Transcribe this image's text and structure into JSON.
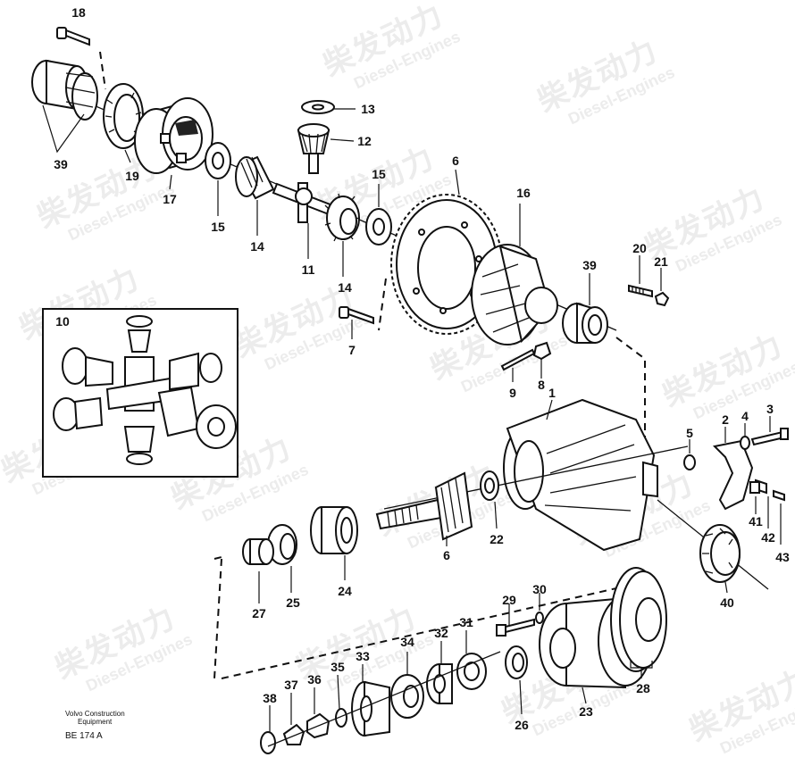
{
  "diagram": {
    "watermark": {
      "cn": "柴发动力",
      "en": "Diesel-Engines"
    },
    "caption": {
      "maker_line1": "Volvo Construction",
      "maker_line2": "Equipment",
      "ref": "BE 174 A"
    },
    "inset_label": "10",
    "callouts": [
      "18",
      "13",
      "12",
      "39",
      "19",
      "17",
      "15",
      "14",
      "11",
      "15",
      "14",
      "6",
      "16",
      "20",
      "21",
      "39",
      "7",
      "9",
      "8",
      "1",
      "5",
      "2",
      "4",
      "3",
      "41",
      "42",
      "43",
      "22",
      "6",
      "24",
      "25",
      "27",
      "29",
      "30",
      "31",
      "32",
      "34",
      "33",
      "35",
      "36",
      "37",
      "38",
      "26",
      "23",
      "28",
      "40"
    ]
  }
}
